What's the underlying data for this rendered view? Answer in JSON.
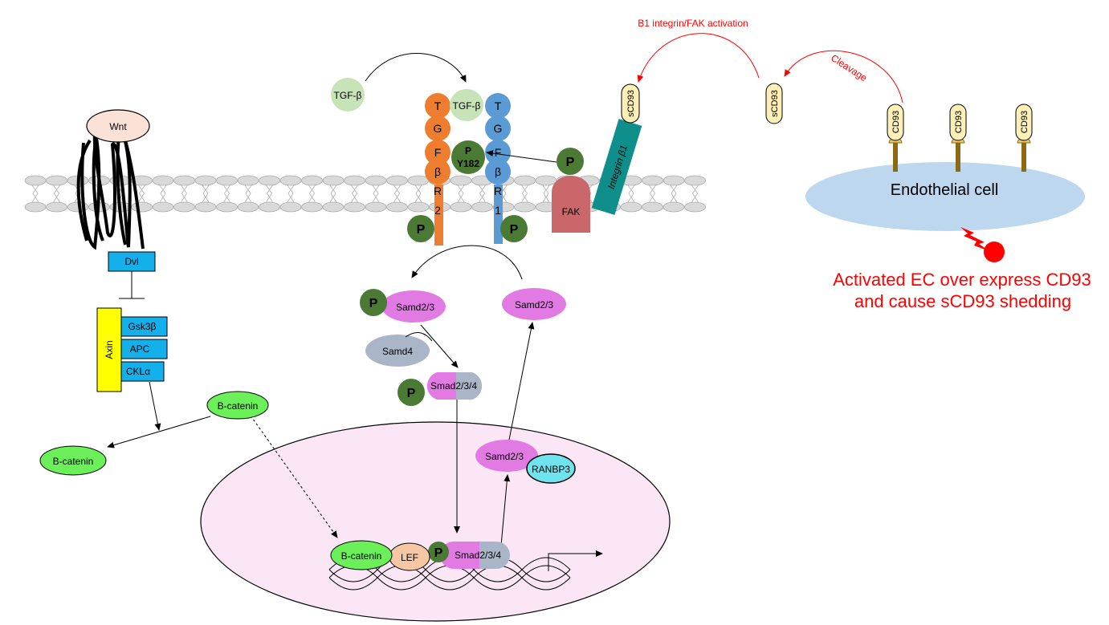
{
  "colors": {
    "phospho": "#4a7a34",
    "tgfbr2": "#ef7d2f",
    "tgfbr1": "#5b9bd5",
    "tgfb": "#c7e3b8",
    "smad_pink": "#e27ae4",
    "smad_gray": "#aab5c8",
    "bcatenin": "#6cf05a",
    "lef": "#f5c7a4",
    "ranbp3": "#6fe3ee",
    "fak": "#c9676a",
    "integrin": "#0f8f8c",
    "wnt": "#fbe1d6",
    "dvl": "#14b0ec",
    "axin": "#ffff00",
    "cd93": "#fdefb6",
    "ec_cell": "#bcd7ee",
    "nucleus": "#fae6f5",
    "membrane": "#d9d9d9",
    "red": "#ff0000"
  },
  "labels": {
    "wnt": "Wnt",
    "dvl": "Dvl",
    "axin": "Axin",
    "gsk3b": "Gsk3β",
    "apc": "APC",
    "ckla": "CKLα",
    "bcatenin_cyto": "B-catenin",
    "bcatenin_free": "B-catenin",
    "bcatenin_nuc": "B-catenin",
    "lef": "LEF",
    "tgfb_free": "TGF-β",
    "tgfb_bound": "TGF-β",
    "tgfbr2_letters": [
      "T",
      "G",
      "F",
      "β",
      "R",
      "2"
    ],
    "tgfbr1_letters": [
      "T",
      "G",
      "F",
      "β",
      "R",
      "1"
    ],
    "p": "P",
    "y182": "Y182",
    "fak": "FAK",
    "integrin": "Integrin β1",
    "samd23_phos": "Samd2/3",
    "samd23_right": "Samd2/3",
    "samd23_nuc": "Samd2/3",
    "samd4": "Samd4",
    "smad234_cyto": "Smad2/3/4",
    "smad234_nuc": "Smad2/3/4",
    "ranbp3": "RANBP3",
    "scd93_bound": "sCD93",
    "scd93_free": "sCD93",
    "cd93": "CD93",
    "ec_cell": "Endothelial cell",
    "b1_activation": "B1 integrin/FAK activation",
    "cleavage": "Cleavage",
    "note_line1": "Activated EC over express CD93",
    "note_line2": "and cause sCD93 shedding"
  }
}
